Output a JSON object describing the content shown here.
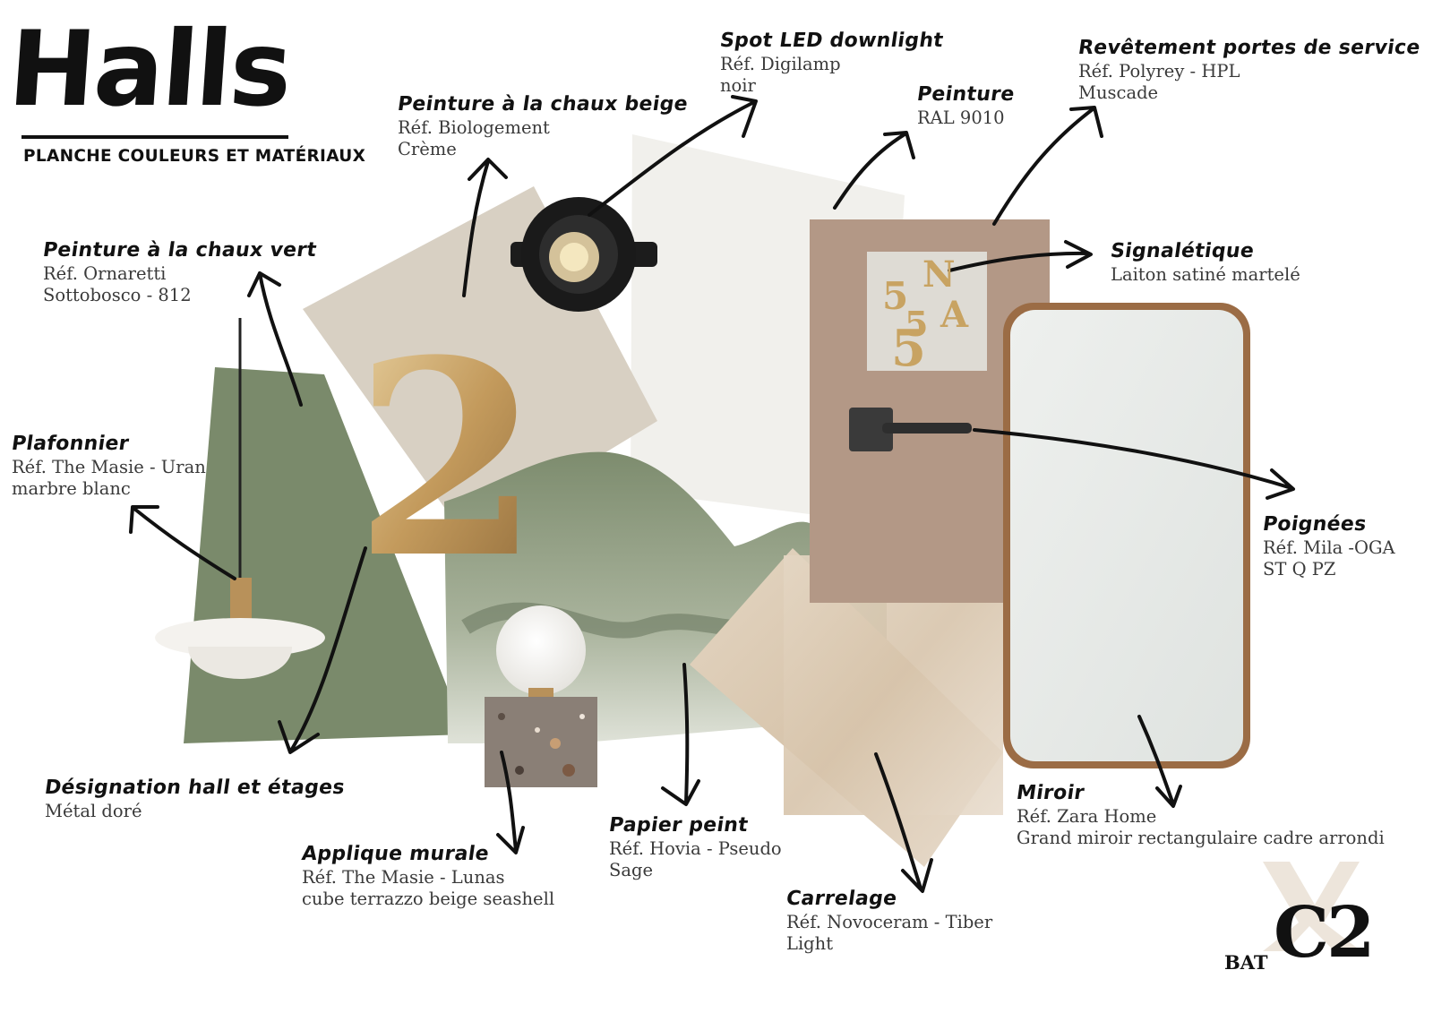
{
  "header": {
    "title": "Halls",
    "subtitle": "PLANCHE COULEURS ET MATÉRIAUX"
  },
  "labels": {
    "chaux_vert": {
      "heading": "Peinture à la chaux vert",
      "lines": [
        "Réf. Ornaretti",
        "Sottobosco - 812"
      ]
    },
    "plafonnier": {
      "heading": "Plafonnier",
      "lines": [
        "Réf. The Masie - Uran",
        "marbre blanc"
      ]
    },
    "designation": {
      "heading": "Désignation hall et étages",
      "lines": [
        "Métal doré"
      ]
    },
    "chaux_beige": {
      "heading": "Peinture à la chaux beige",
      "lines": [
        "Réf. Biologement",
        "Crème"
      ]
    },
    "spot": {
      "heading": "Spot LED downlight",
      "lines": [
        "Réf. Digilamp",
        "noir"
      ]
    },
    "peinture": {
      "heading": "Peinture",
      "lines": [
        "RAL 9010"
      ]
    },
    "revetement": {
      "heading": "Revêtement portes de service",
      "lines": [
        "Réf. Polyrey - HPL",
        "Muscade"
      ]
    },
    "signaletique": {
      "heading": "Signalétique",
      "lines": [
        "Laiton satiné martelé"
      ]
    },
    "poignees": {
      "heading": "Poignées",
      "lines": [
        "Réf. Mila -OGA",
        "ST Q PZ"
      ]
    },
    "miroir": {
      "heading": "Miroir",
      "lines": [
        "Réf. Zara Home",
        "Grand miroir rectangulaire cadre arrondi"
      ]
    },
    "carrelage": {
      "heading": "Carrelage",
      "lines": [
        "Réf. Novoceram - Tiber",
        "Light"
      ]
    },
    "papier": {
      "heading": "Papier peint",
      "lines": [
        "Réf. Hovia - Pseudo",
        "Sage"
      ]
    },
    "applique": {
      "heading": "Applique murale",
      "lines": [
        "Réf. The Masie - Lunas",
        "cube terrazzo beige seashell"
      ]
    }
  },
  "decor": {
    "house_number": "2",
    "sign_letters": [
      "5",
      "N",
      "5",
      "A",
      "5"
    ]
  },
  "logo": {
    "bat": "BAT",
    "code": "C2"
  },
  "colors": {
    "green_paint": "#7a8a6b",
    "beige_paint": "#d8d0c3",
    "white_paint": "#f1f0ec",
    "door_muscade": "#b39886",
    "brass": "#c9a877",
    "mirror_frame": "#9b6c45",
    "text": "#111111"
  }
}
